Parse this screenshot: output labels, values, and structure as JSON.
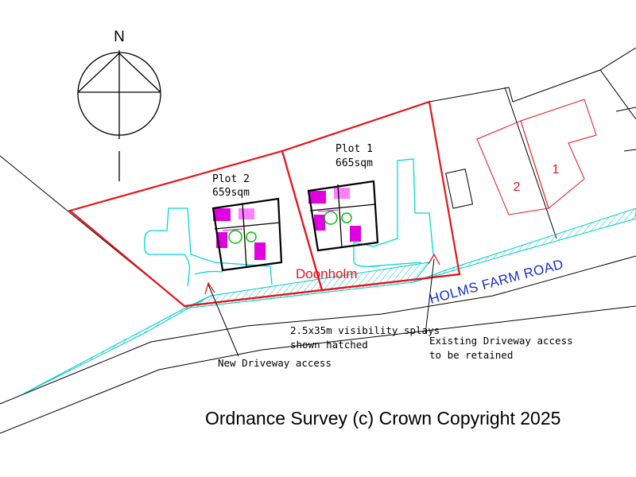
{
  "map": {
    "north_label": "N",
    "plots": [
      {
        "name": "Plot 2",
        "area": "659sqm"
      },
      {
        "name": "Plot 1",
        "area": "665sqm"
      }
    ],
    "site_name": "Doonholm",
    "road_name": "HOLMS FARM ROAD",
    "neighbour_numbers": [
      "2",
      "1"
    ],
    "notes": {
      "visibility_line1": "2.5x35m visibility splays",
      "visibility_line2": "shown hatched",
      "new_access": "New Driveway access",
      "existing_line1": "Existing Driveway access",
      "existing_line2": "to be retained"
    },
    "copyright": "Ordnance Survey (c) Crown Copyright 2025",
    "colors": {
      "boundary": "#e8141b",
      "driveway": "#00d8dc",
      "road_label": "#1530c8",
      "house_interior": "#e000e0",
      "house_walls": "#000000",
      "fixtures": "#00c000",
      "linework": "#000000"
    }
  }
}
